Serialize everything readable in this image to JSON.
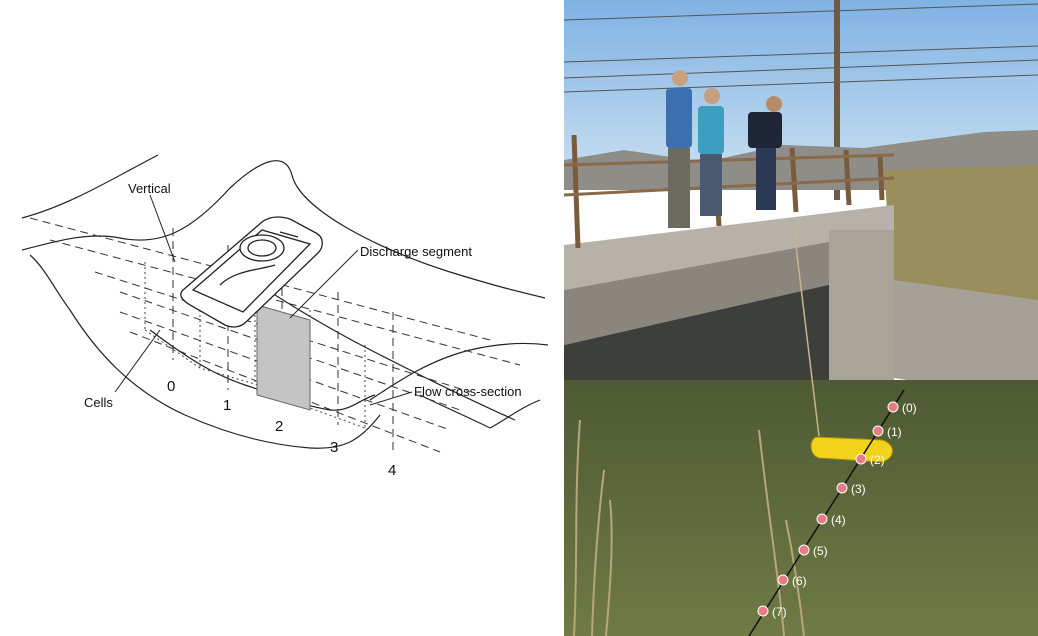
{
  "diagram": {
    "labels": {
      "vertical": "Vertical",
      "discharge_segment": "Discharge segment",
      "cells": "Cells",
      "flow_cross_section": "Flow cross-section"
    },
    "vertical_numbers": [
      "0",
      "1",
      "2",
      "3",
      "4"
    ]
  },
  "photo": {
    "point_labels": [
      "(0)",
      "(1)",
      "(2)",
      "(3)",
      "(4)",
      "(5)",
      "(6)",
      "(7)"
    ]
  },
  "colors": {
    "point_marker": "#e87c86",
    "boat": "#f2d21a",
    "water": "#5e6a3a",
    "sky": "#9ec5e8"
  }
}
